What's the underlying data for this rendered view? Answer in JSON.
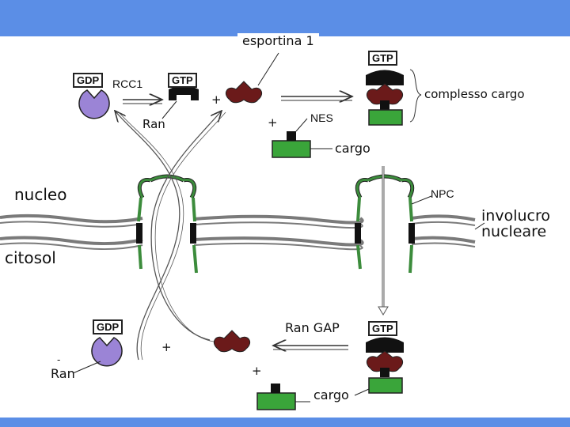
{
  "labels": {
    "exportin": "esportina 1",
    "complex": "complesso cargo",
    "rcc1": "RCC1",
    "ran_top": "Ran",
    "nes": "NES",
    "cargo_top": "cargo",
    "nucleus": "nucleo",
    "npc": "NPC",
    "envelope_line1": "involucro",
    "envelope_line2": "nucleare",
    "cytosol": "citosol",
    "ran_gap": "Ran GAP",
    "ran_bottom": "Ran",
    "cargo_bottom": "cargo",
    "gdp_top": "GDP",
    "gtp_top": "GTP",
    "gtp_complex_top": "GTP",
    "gdp_bottom": "GDP",
    "gtp_complex_bottom": "GTP",
    "plus": "+",
    "minus": "-"
  },
  "colors": {
    "header_bar": "#5b8ee6",
    "ran_gdp": "#9b84d6",
    "exportin": "#6b1a1a",
    "cargo": "#3aa53a",
    "pore": "#3c8c3c",
    "membrane": "#7a7a7a",
    "ran_gtp": "#111111"
  }
}
